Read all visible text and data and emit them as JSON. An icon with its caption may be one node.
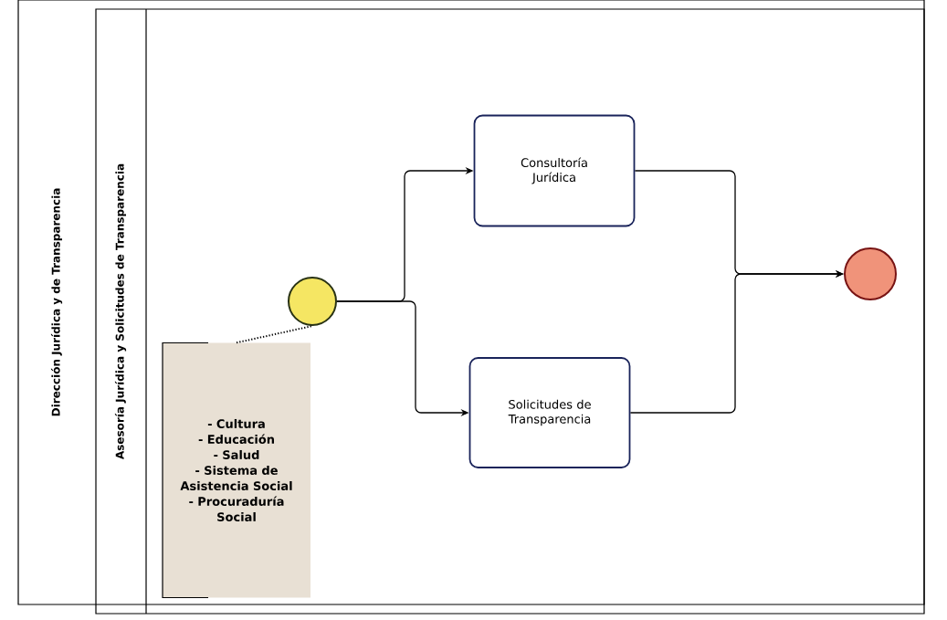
{
  "diagram": {
    "nodes": [
      {
        "text": [
          "Dirección Jurídica y de Transparencia"
        ]
      },
      {
        "text": [
          "Asesoría Jurídica y Solicitudes de Transparencia"
        ],
        "in": 0
      },
      {
        "text": [],
        "shape": "circle",
        "in": 1
      },
      {
        "text": [
          "- Cultura",
          "- Educación",
          "- Salud",
          "- Sistema de Asistencia Social",
          "- Procuraduría Social"
        ],
        "in": 1
      },
      {
        "text": [
          "Consultoría Jurídica"
        ],
        "in": 1
      },
      {
        "text": [
          "Solicitudes de Transparencia"
        ],
        "in": 1
      },
      {
        "text": [],
        "shape": "circle",
        "in": 1
      }
    ],
    "edges": [
      {
        "from": 2,
        "to": 4,
        "arrow": "to"
      },
      {
        "from": 2,
        "to": 5,
        "arrow": "to"
      },
      {
        "from": 4,
        "to": 6,
        "arrow": "to"
      },
      {
        "from": 5,
        "to": 6,
        "arrow": "to"
      },
      {
        "from": 3,
        "to": 2,
        "arrow": "none",
        "style": "dashed"
      }
    ]
  }
}
